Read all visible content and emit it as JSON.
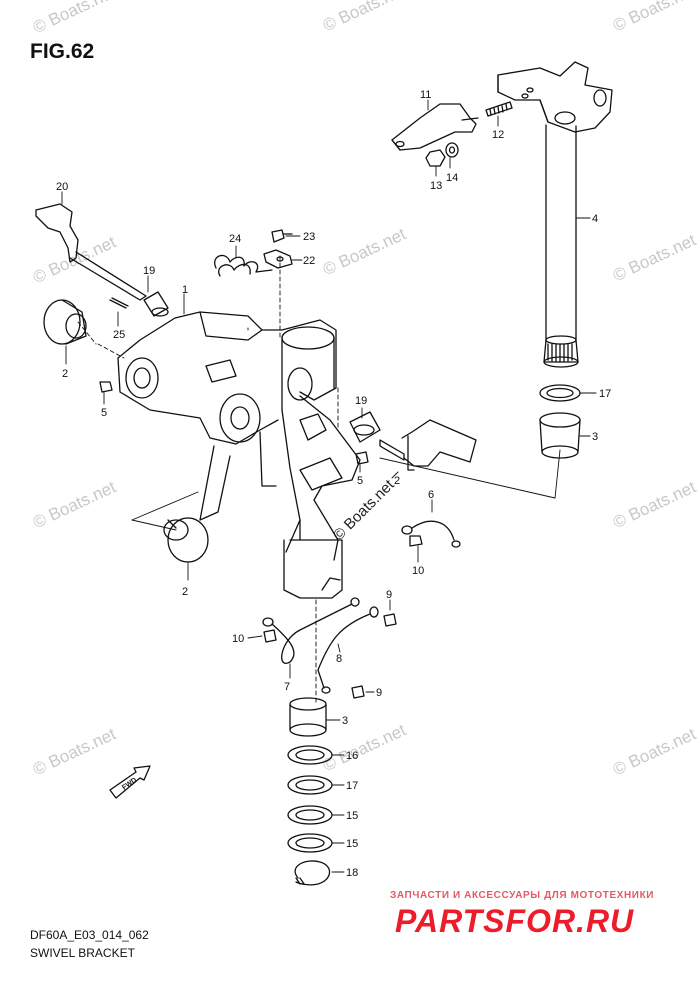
{
  "figure": {
    "title": "FIG.62",
    "code": "DF60A_E03_014_062",
    "name": "SWIVEL BRACKET"
  },
  "watermark": {
    "text": "© Boats.net"
  },
  "shop": {
    "tagline": "ЗАПЧАСТИ И АКСЕССУАРЫ ДЛЯ МОТОТЕХНИКИ",
    "logo": "PARTSFOR.RU",
    "color": "#ec1c2b"
  },
  "fwd_marker": "FWD",
  "callouts": [
    "20",
    "19",
    "25",
    "2",
    "5",
    "1",
    "24",
    "23",
    "22",
    "11",
    "12",
    "13",
    "14",
    "4",
    "17",
    "3",
    "19",
    "5",
    "2",
    "6",
    "10",
    "2",
    "9",
    "10",
    "8",
    "7",
    "9",
    "3",
    "16",
    "17",
    "15",
    "15",
    "18"
  ]
}
